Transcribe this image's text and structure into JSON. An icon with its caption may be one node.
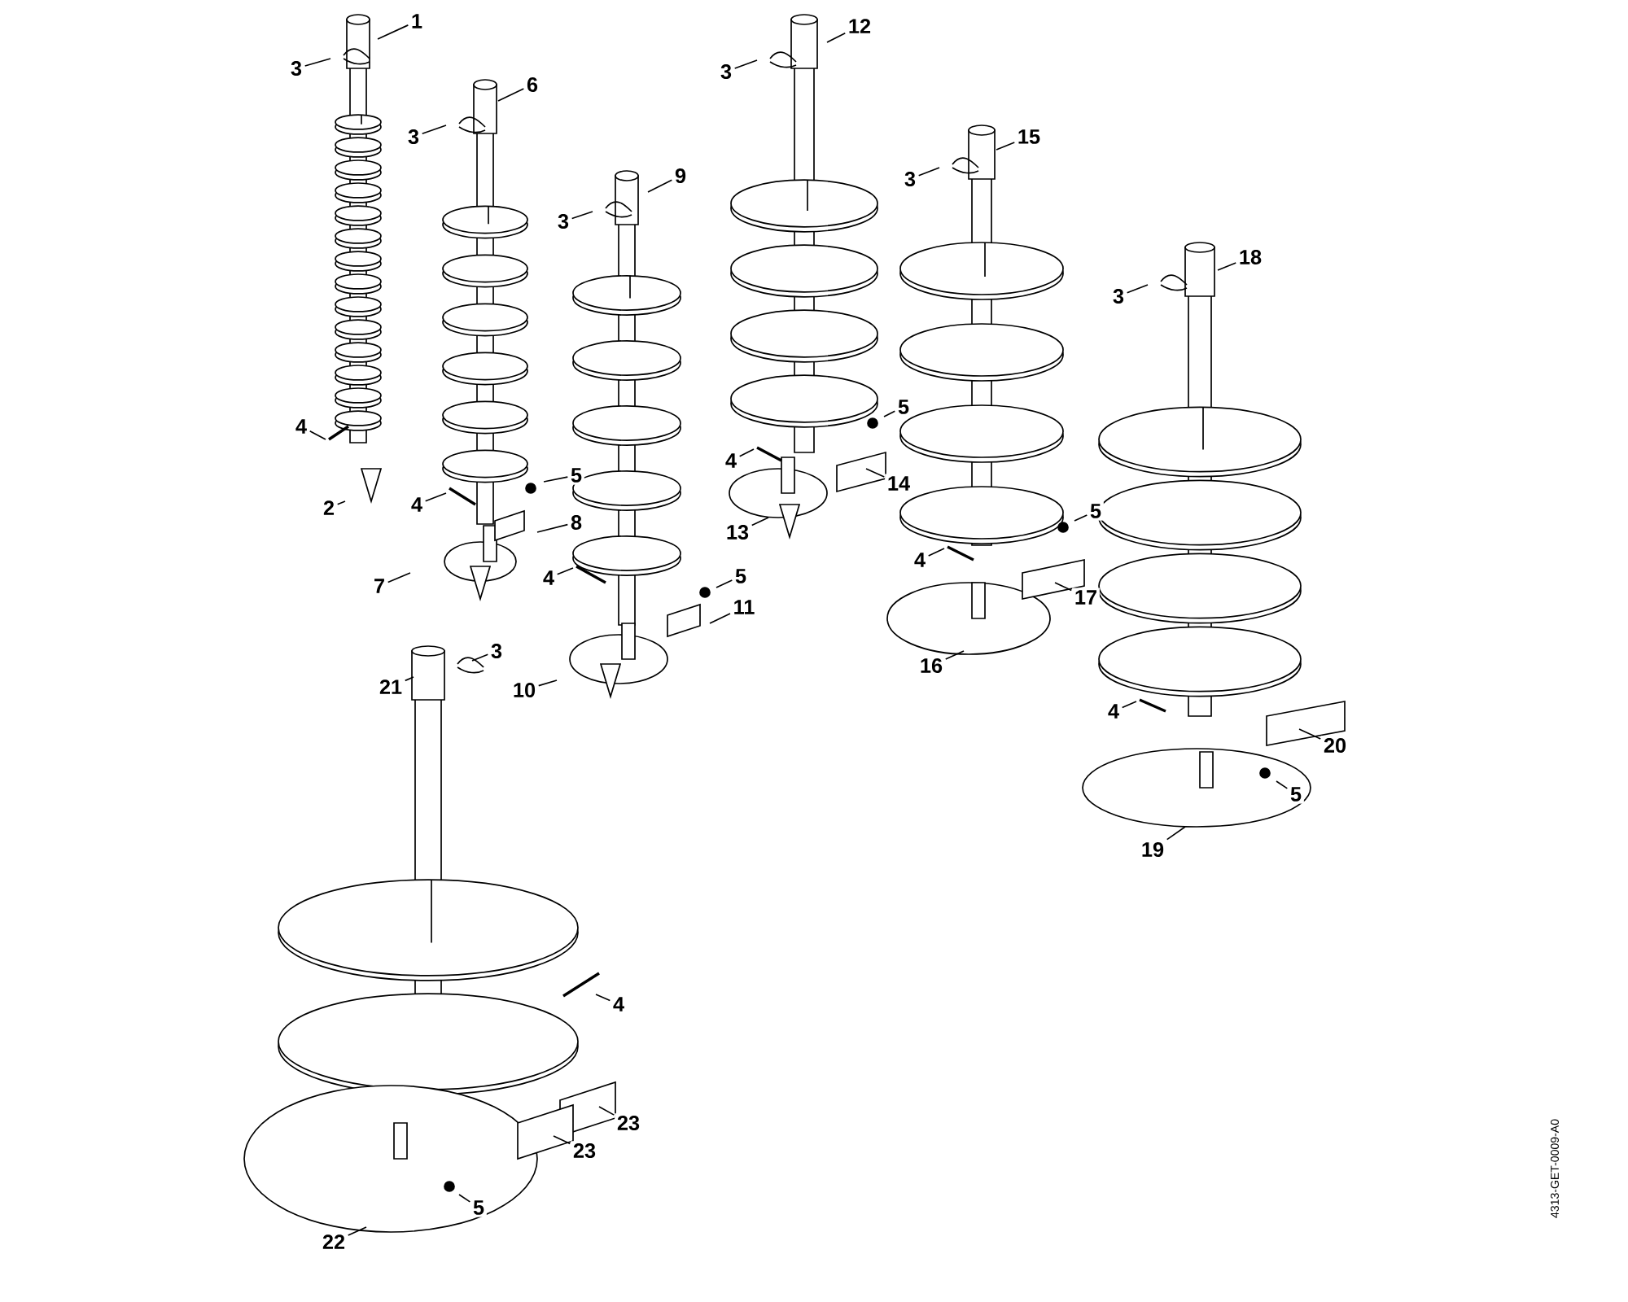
{
  "diagram": {
    "nodes": [
      {
        "text": [
          "1"
        ]
      },
      {
        "text": [
          "3"
        ]
      },
      {
        "text": [
          "4"
        ]
      },
      {
        "text": [
          "2"
        ]
      },
      {
        "text": [
          "6"
        ]
      },
      {
        "text": [
          "3"
        ]
      },
      {
        "text": [
          "4"
        ]
      },
      {
        "text": [
          "5"
        ]
      },
      {
        "text": [
          "8"
        ]
      },
      {
        "text": [
          "7"
        ]
      },
      {
        "text": [
          "9"
        ]
      },
      {
        "text": [
          "3"
        ]
      },
      {
        "text": [
          "4"
        ]
      },
      {
        "text": [
          "5"
        ]
      },
      {
        "text": [
          "11"
        ]
      },
      {
        "text": [
          "10"
        ]
      },
      {
        "text": [
          "12"
        ]
      },
      {
        "text": [
          "3"
        ]
      },
      {
        "text": [
          "5"
        ]
      },
      {
        "text": [
          "4"
        ]
      },
      {
        "text": [
          "14"
        ]
      },
      {
        "text": [
          "13"
        ]
      },
      {
        "text": [
          "15"
        ]
      },
      {
        "text": [
          "3"
        ]
      },
      {
        "text": [
          "5"
        ]
      },
      {
        "text": [
          "4"
        ]
      },
      {
        "text": [
          "17"
        ]
      },
      {
        "text": [
          "16"
        ]
      },
      {
        "text": [
          "18"
        ]
      },
      {
        "text": [
          "3"
        ]
      },
      {
        "text": [
          "4"
        ]
      },
      {
        "text": [
          "20"
        ]
      },
      {
        "text": [
          "5"
        ]
      },
      {
        "text": [
          "19"
        ]
      },
      {
        "text": [
          "21"
        ]
      },
      {
        "text": [
          "3"
        ]
      },
      {
        "text": [
          "4"
        ]
      },
      {
        "text": [
          "23"
        ]
      },
      {
        "text": [
          "23"
        ]
      },
      {
        "text": [
          "5"
        ]
      },
      {
        "text": [
          "22"
        ]
      }
    ],
    "edges": [
      {
        "from": 0,
        "to": null,
        "arrow": "none"
      },
      {
        "from": 1,
        "to": null,
        "arrow": "none"
      },
      {
        "from": 2,
        "to": null,
        "arrow": "none"
      },
      {
        "from": 3,
        "to": null,
        "arrow": "none"
      },
      {
        "from": 4,
        "to": null,
        "arrow": "none"
      },
      {
        "from": 5,
        "to": null,
        "arrow": "none"
      },
      {
        "from": 6,
        "to": null,
        "arrow": "none"
      },
      {
        "from": 7,
        "to": null,
        "arrow": "none"
      },
      {
        "from": 8,
        "to": null,
        "arrow": "none"
      },
      {
        "from": 9,
        "to": null,
        "arrow": "none"
      },
      {
        "from": 10,
        "to": null,
        "arrow": "none"
      },
      {
        "from": 11,
        "to": null,
        "arrow": "none"
      },
      {
        "from": 12,
        "to": null,
        "arrow": "none"
      },
      {
        "from": 13,
        "to": null,
        "arrow": "none"
      },
      {
        "from": 14,
        "to": null,
        "arrow": "none"
      },
      {
        "from": 15,
        "to": null,
        "arrow": "none"
      },
      {
        "from": 16,
        "to": null,
        "arrow": "none"
      },
      {
        "from": 17,
        "to": null,
        "arrow": "none"
      },
      {
        "from": 18,
        "to": null,
        "arrow": "none"
      },
      {
        "from": 19,
        "to": null,
        "arrow": "none"
      },
      {
        "from": 20,
        "to": null,
        "arrow": "none"
      },
      {
        "from": 21,
        "to": null,
        "arrow": "none"
      },
      {
        "from": 22,
        "to": null,
        "arrow": "none"
      },
      {
        "from": 23,
        "to": null,
        "arrow": "none"
      },
      {
        "from": 24,
        "to": null,
        "arrow": "none"
      },
      {
        "from": 25,
        "to": null,
        "arrow": "none"
      },
      {
        "from": 26,
        "to": null,
        "arrow": "none"
      },
      {
        "from": 27,
        "to": null,
        "arrow": "none"
      },
      {
        "from": 28,
        "to": null,
        "arrow": "none"
      },
      {
        "from": 29,
        "to": null,
        "arrow": "none"
      },
      {
        "from": 30,
        "to": null,
        "arrow": "none"
      },
      {
        "from": 31,
        "to": null,
        "arrow": "none"
      },
      {
        "from": 32,
        "to": null,
        "arrow": "none"
      },
      {
        "from": 33,
        "to": null,
        "arrow": "none"
      },
      {
        "from": 34,
        "to": null,
        "arrow": "none"
      },
      {
        "from": 35,
        "to": null,
        "arrow": "none"
      },
      {
        "from": 36,
        "to": null,
        "arrow": "none"
      },
      {
        "from": 37,
        "to": null,
        "arrow": "none"
      },
      {
        "from": 38,
        "to": null,
        "arrow": "none"
      },
      {
        "from": 39,
        "to": null,
        "arrow": "none"
      },
      {
        "from": 40,
        "to": null,
        "arrow": "none"
      }
    ],
    "labels": [
      "4313-GET-0009-A0"
    ]
  }
}
